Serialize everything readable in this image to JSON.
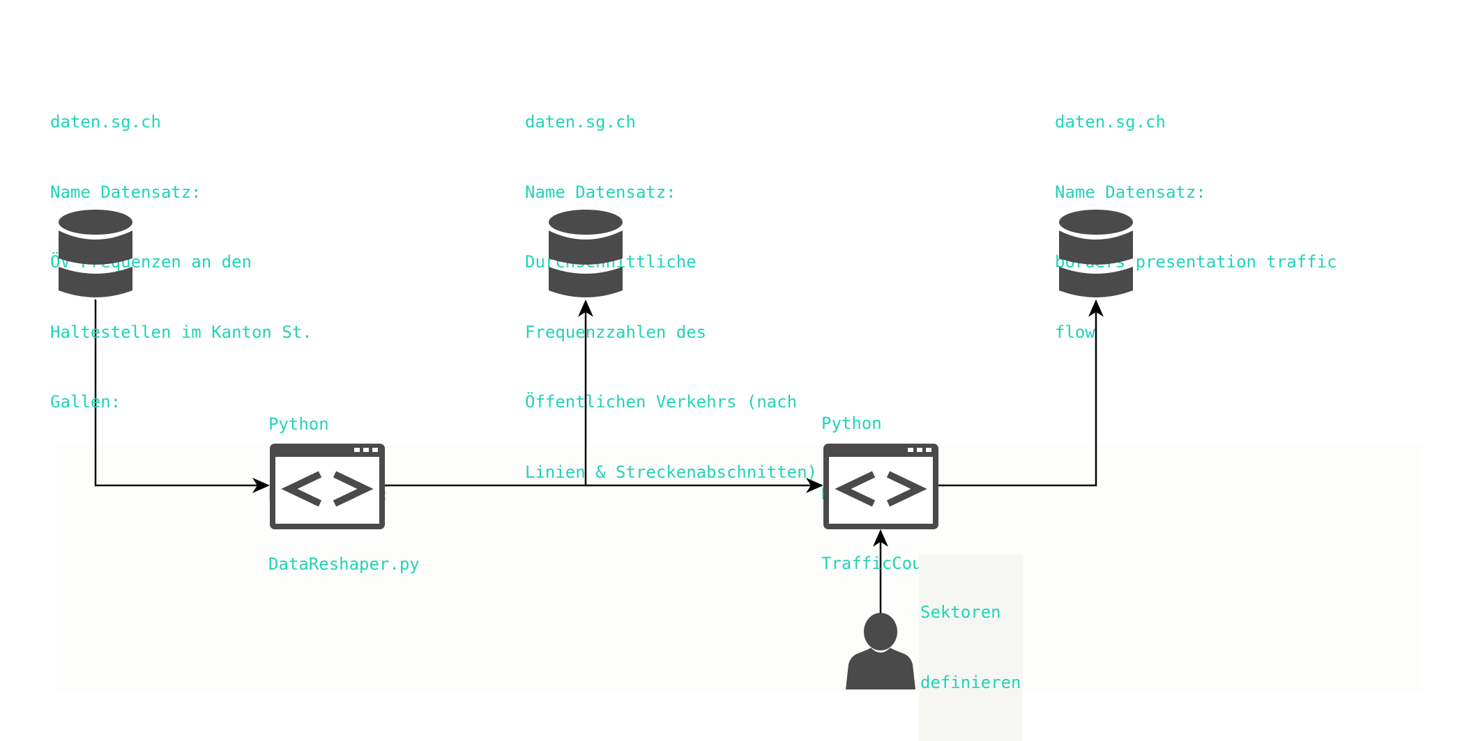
{
  "colors": {
    "text_accent": "#22d3b8",
    "icon": "#4a4a4a",
    "line": "#000000",
    "annotation_bg": "#f6f7f3"
  },
  "datasets": [
    {
      "source": "daten.sg.ch",
      "name_label": "Name Datensatz:",
      "name_lines": [
        "ÖV Frequenzen an den",
        "Haltestellen im Kanton St.",
        "Gallen:"
      ]
    },
    {
      "source": "daten.sg.ch",
      "name_label": "Name Datensatz:",
      "name_lines": [
        "Durchschnittliche",
        "Frequenzzahlen des",
        "Öffentlichen Verkehrs (nach",
        "Linien & Streckenabschnitten)"
      ]
    },
    {
      "source": "daten.sg.ch",
      "name_label": "Name Datensatz:",
      "name_lines": [
        "borders presentation traffic",
        "flow"
      ]
    }
  ],
  "scripts": [
    {
      "language": "Python",
      "name_label": "Name Skript:",
      "file": "DataReshaper.py"
    },
    {
      "language": "Python",
      "name_label": "Name Skript:",
      "file": "TrafficCounter.py"
    }
  ],
  "user_input": {
    "lines": [
      "Sektoren",
      "definieren"
    ]
  },
  "icons": {
    "dataset": "database-icon",
    "script": "code-window-icon",
    "user": "user-icon"
  }
}
